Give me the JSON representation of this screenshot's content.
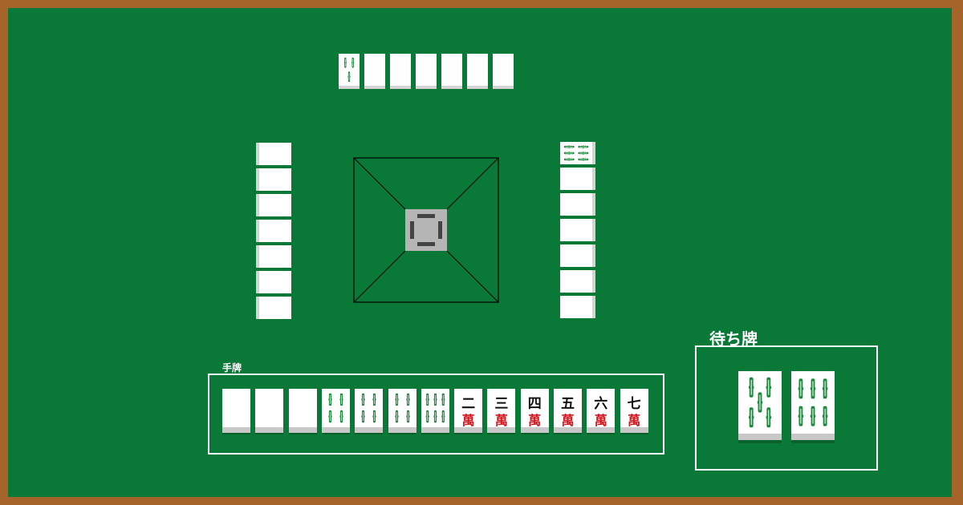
{
  "labels": {
    "hand": "手牌",
    "waiting": "待ち牌"
  },
  "wan_suit_char": "萬",
  "hand": [
    {
      "type": "back"
    },
    {
      "type": "back"
    },
    {
      "type": "back"
    },
    {
      "type": "sou",
      "rank": 4
    },
    {
      "type": "sou",
      "rank": 4
    },
    {
      "type": "sou",
      "rank": 4
    },
    {
      "type": "sou",
      "rank": 6
    },
    {
      "type": "wan",
      "numeral": "二"
    },
    {
      "type": "wan",
      "numeral": "三"
    },
    {
      "type": "wan",
      "numeral": "四"
    },
    {
      "type": "wan",
      "numeral": "五"
    },
    {
      "type": "wan",
      "numeral": "六"
    },
    {
      "type": "wan",
      "numeral": "七"
    }
  ],
  "waiting_tiles": [
    {
      "type": "sou",
      "rank": 5
    },
    {
      "type": "sou",
      "rank": 6
    }
  ],
  "top_discards": [
    {
      "type": "sou",
      "rank": 3
    },
    {
      "type": "back"
    },
    {
      "type": "back"
    },
    {
      "type": "back"
    },
    {
      "type": "back"
    },
    {
      "type": "back"
    },
    {
      "type": "back"
    }
  ],
  "left_discards": [
    {
      "type": "back"
    },
    {
      "type": "back"
    },
    {
      "type": "back"
    },
    {
      "type": "back"
    },
    {
      "type": "back"
    },
    {
      "type": "back"
    },
    {
      "type": "back"
    }
  ],
  "right_discards": [
    {
      "type": "sou",
      "rank": 6
    },
    {
      "type": "back"
    },
    {
      "type": "back"
    },
    {
      "type": "back"
    },
    {
      "type": "back"
    },
    {
      "type": "back"
    },
    {
      "type": "back"
    }
  ],
  "colors": {
    "table": "#0a7836",
    "frame": "#a5642a",
    "bamboo": "#1b8a3c",
    "wan_red": "#d0171f"
  }
}
